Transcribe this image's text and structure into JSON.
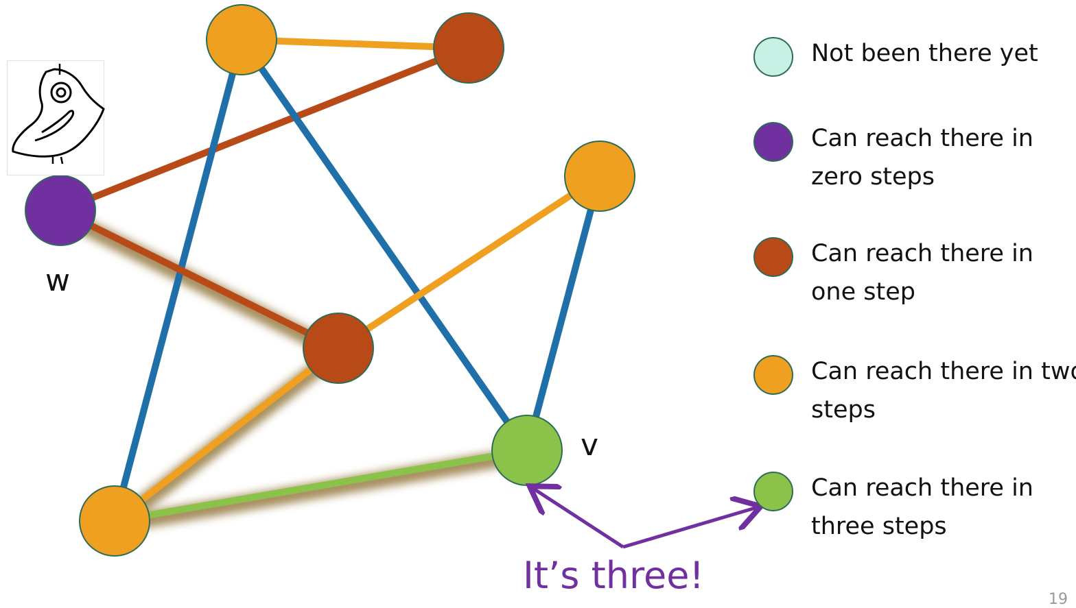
{
  "nodes": [
    {
      "id": "top-left",
      "color": "#f0a020"
    },
    {
      "id": "top-right",
      "color": "#b84a18"
    },
    {
      "id": "w",
      "color": "#7030a0",
      "label": "w"
    },
    {
      "id": "right",
      "color": "#f0a020"
    },
    {
      "id": "center",
      "color": "#b84a18"
    },
    {
      "id": "v",
      "color": "#8bc34a",
      "label": "v"
    },
    {
      "id": "bottom-left",
      "color": "#f0a020"
    }
  ],
  "edges": [
    {
      "from": "top-left",
      "to": "top-right",
      "color": "#f0a020"
    },
    {
      "from": "w",
      "to": "top-right",
      "color": "#b84a18"
    },
    {
      "from": "top-left",
      "to": "bottom-left",
      "color": "#1f6fa8"
    },
    {
      "from": "top-left",
      "to": "v",
      "color": "#1f6fa8"
    },
    {
      "from": "right",
      "to": "v",
      "color": "#1f6fa8"
    },
    {
      "from": "center",
      "to": "right",
      "color": "#f0a020"
    },
    {
      "from": "w",
      "to": "center",
      "color": "#b84a18",
      "highlighted": true
    },
    {
      "from": "center",
      "to": "bottom-left",
      "color": "#f0a020",
      "highlighted": true
    },
    {
      "from": "bottom-left",
      "to": "v",
      "color": "#8bc34a",
      "highlighted": true
    }
  ],
  "legend": [
    {
      "color": "#c8f0e4",
      "text": "Not been there yet"
    },
    {
      "color": "#7030a0",
      "text": "Can reach there in zero steps"
    },
    {
      "color": "#b84a18",
      "text": "Can reach there in one step"
    },
    {
      "color": "#f0a020",
      "text": "Can reach there in two steps"
    },
    {
      "color": "#8bc34a",
      "text": "Can reach there in three steps"
    }
  ],
  "labels": {
    "w": "w",
    "v": "v"
  },
  "caption": "It’s three!",
  "page_number": "19",
  "icons": {
    "bird": "bird-sketch-icon"
  },
  "colors": {
    "arrow": "#7030a0",
    "shadow": "#8a6a2a"
  }
}
